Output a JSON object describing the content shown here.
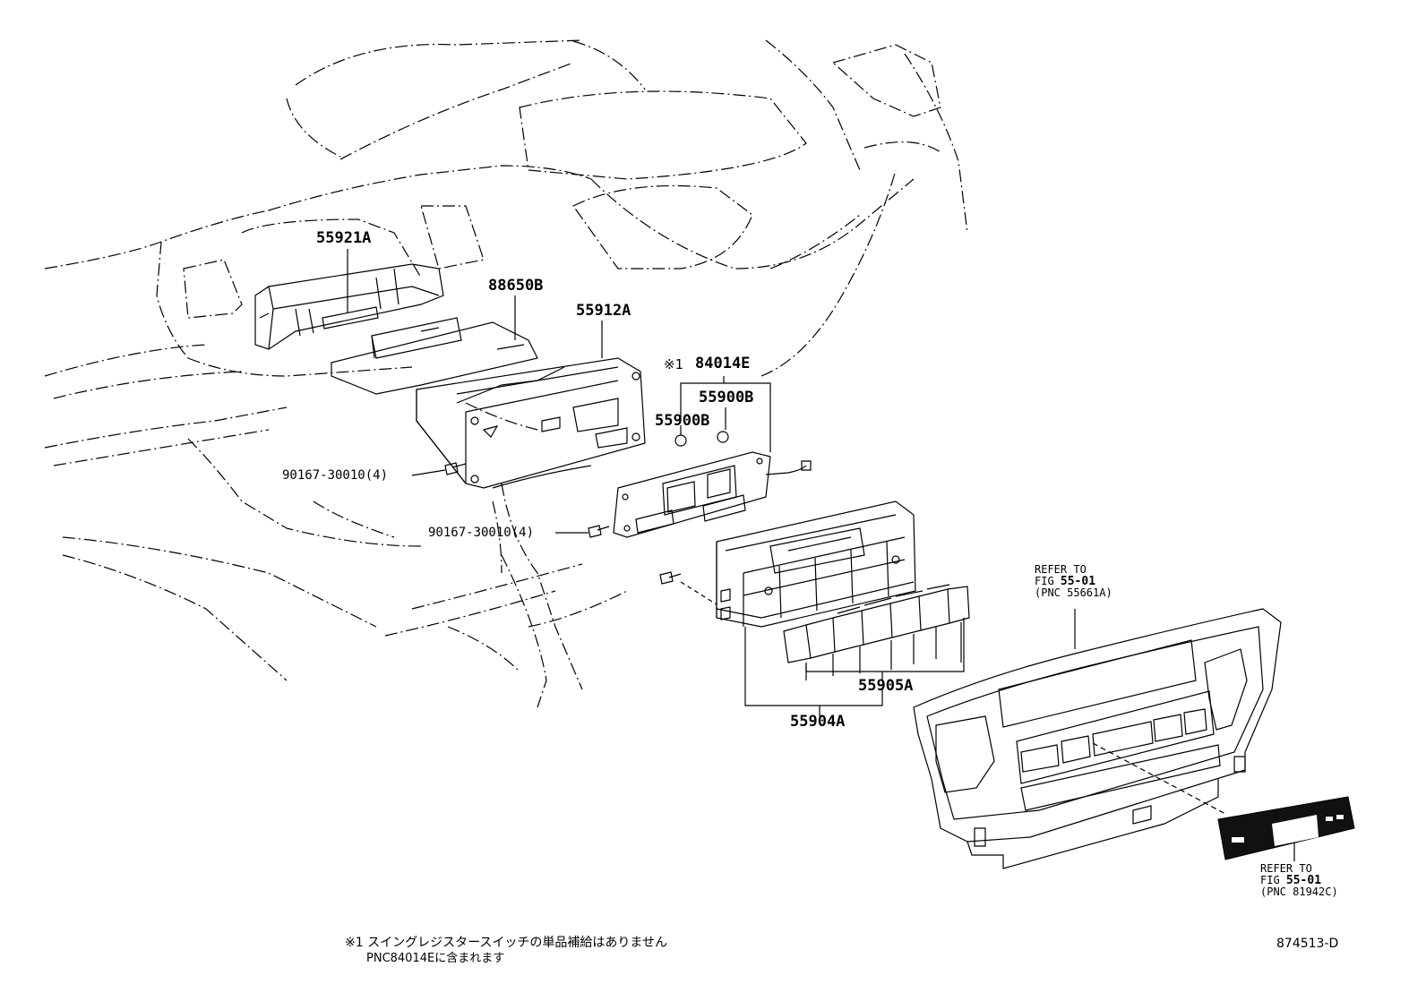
{
  "labels": {
    "p55921a": "55921A",
    "p88650b": "88650B",
    "p55912a": "55912A",
    "p84014e_mark": "※1",
    "p84014e": "84014E",
    "p55900b_right": "55900B",
    "p55900b_left": "55900B",
    "screw_upper": "90167-30010(4)",
    "screw_lower": "90167-30010(4)",
    "p55905a": "55905A",
    "p55904a": "55904A"
  },
  "refs": {
    "upper": {
      "line1": "REFER TO",
      "line2_prefix": "FIG ",
      "line2_fig": "55-01",
      "line3": "(PNC 55661A)"
    },
    "lower": {
      "line1": "REFER TO",
      "line2_prefix": "FIG ",
      "line2_fig": "55-01",
      "line3": "(PNC 81942C)"
    }
  },
  "footnote": {
    "line1": "※1 スイングレジスタースイッチの単品補給はありません",
    "line2": "PNC84014Eに含まれます"
  },
  "figure_number": "874513-D"
}
